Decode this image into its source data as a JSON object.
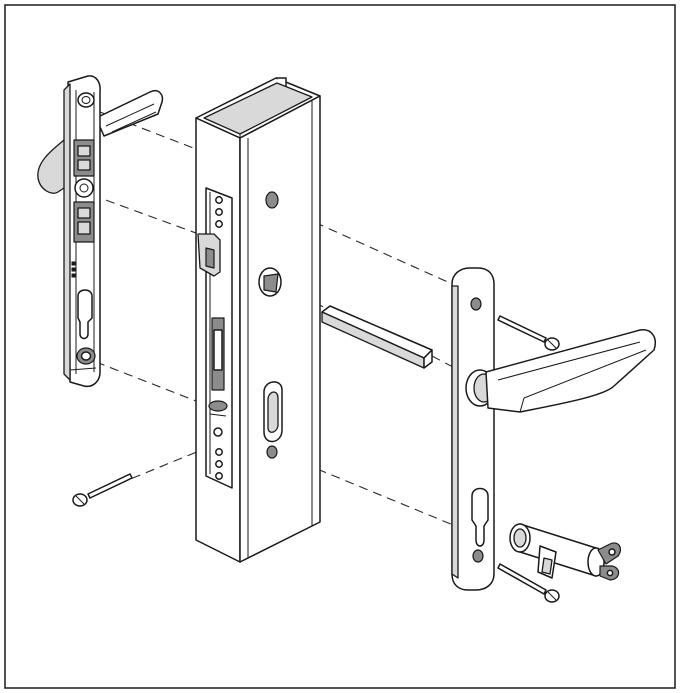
{
  "diagram": {
    "parts": [
      {
        "id": "inner-backplate",
        "icon": "backplate-with-handle"
      },
      {
        "id": "lock-case",
        "icon": "mortise-lock-in-profile"
      },
      {
        "id": "spindle",
        "icon": "square-spindle"
      },
      {
        "id": "outer-handle",
        "icon": "lever-handle-backplate"
      },
      {
        "id": "fixing-screws",
        "icon": "screw"
      },
      {
        "id": "euro-cylinder",
        "icon": "cylinder-with-keys"
      }
    ],
    "colors": {
      "line": "#1a1a1a",
      "fill": "#ffffff",
      "shade": "#d9d9d9",
      "dark": "#8c8c8c"
    }
  }
}
